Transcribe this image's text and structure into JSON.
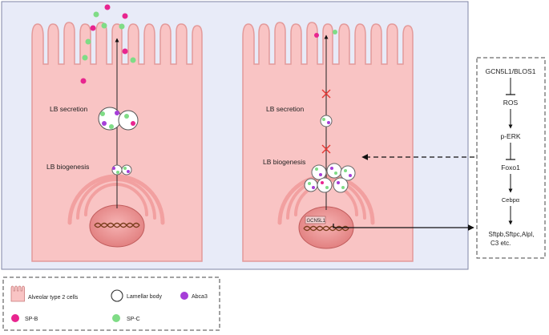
{
  "left_cell": {
    "secretion_label": "LB secretion",
    "biogenesis_label": "LB biogenesis"
  },
  "right_cell": {
    "secretion_label": "LB secretion",
    "biogenesis_label": "LB biogenesis",
    "nucleus_tag": "GCN5L1"
  },
  "pathway": {
    "steps": [
      "GCN5L1/BLOS1",
      "ROS",
      "p-ERK",
      "Foxo1",
      "Cebpα"
    ],
    "targets_line1": "Sftpb,Sftpc,Alpl,",
    "targets_line2": "C3 etc."
  },
  "legend": {
    "at2_label": "Alveolar type 2  cells",
    "lamellar_label": "Lamellar body",
    "abca3_label": "Abca3",
    "spb_label": "SP-B",
    "spc_label": "SP-C"
  },
  "colors": {
    "panel_bg": "#e8ebf8",
    "cell_fill": "#f9c4c4",
    "cell_stroke": "#e39a9a",
    "sp_b": "#e8258f",
    "sp_c": "#7fdc86",
    "abca3": "#a63ed8",
    "inhibit_x": "#e53935"
  }
}
